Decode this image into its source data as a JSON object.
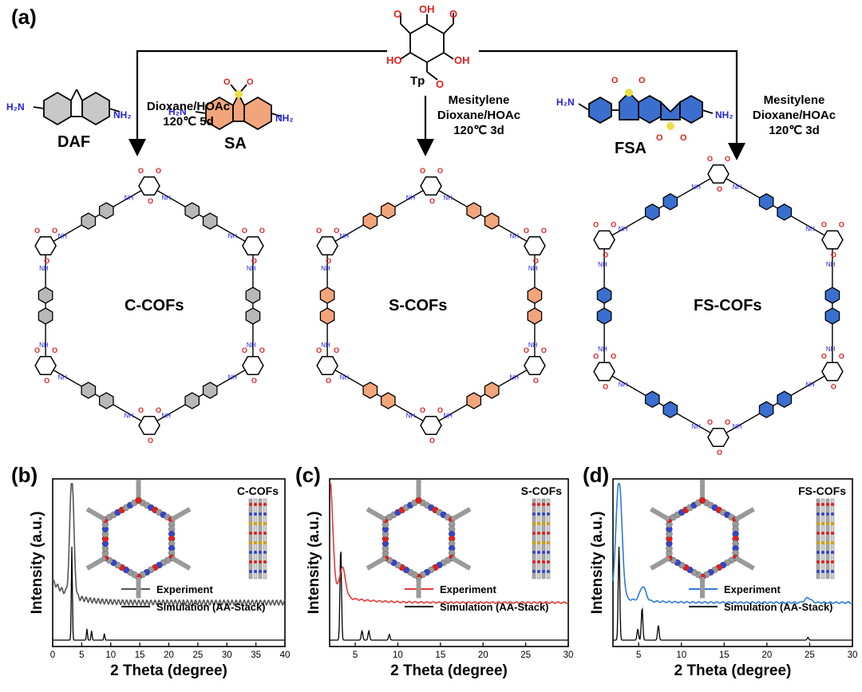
{
  "panels": {
    "a": "(a)",
    "b": "(b)",
    "c": "(c)",
    "d": "(d)"
  },
  "monomers": {
    "tp": {
      "name": "Tp",
      "o": "O",
      "oh": "OH",
      "ho": "HO"
    },
    "daf": {
      "name": "DAF",
      "h2n": "H₂N",
      "nh2": "NH₂"
    },
    "sa": {
      "name": "SA",
      "h2n": "H₂N",
      "nh2": "NH₂",
      "s": "S",
      "o": "O"
    },
    "fsa": {
      "name": "FSA",
      "h2n": "H₂N",
      "nh2": "NH₂",
      "s": "S",
      "o": "O"
    }
  },
  "conditions": {
    "c": [
      "Dioxane/HOAc",
      "120℃ 5d"
    ],
    "s": [
      "Mesitylene",
      "Dioxane/HOAc",
      "120℃ 3d"
    ],
    "fs": [
      "Mesitylene",
      "Dioxane/HOAc",
      "120℃ 3d"
    ]
  },
  "cofs": {
    "c": "C-COFs",
    "s": "S-COFs",
    "fs": "FS-COFs"
  },
  "structure_labels": {
    "nh": "NH",
    "n": "N",
    "h": "H",
    "o": "O"
  },
  "colors": {
    "sa_fill": "#f2a57a",
    "fsa_fill": "#3a6fcf",
    "sulfur": "#e7e04a",
    "oxygen": "#e02020",
    "nitrogen": "#2222dd"
  },
  "chart_data": [
    {
      "type": "line",
      "title": "C-COFs",
      "xlabel": "2 Theta (degree)",
      "ylabel": "Intensity (a.u.)",
      "xlim": [
        0,
        40
      ],
      "xticks": [
        "0",
        "5",
        "10",
        "15",
        "20",
        "25",
        "30",
        "35",
        "40"
      ],
      "yticks": "none",
      "grid": false,
      "series": [
        {
          "name": "Experiment",
          "color": "#555555",
          "peaks": [
            [
              3.3,
              1.0
            ]
          ],
          "baseline": 0.18
        },
        {
          "name": "Simulation (AA-Stack)",
          "color": "#000000",
          "peaks": [
            [
              3.3,
              1.0
            ],
            [
              5.9,
              0.12
            ],
            [
              6.7,
              0.1
            ],
            [
              8.9,
              0.07
            ]
          ]
        }
      ],
      "legend": "lower-right"
    },
    {
      "type": "line",
      "title": "S-COFs",
      "xlabel": "2 Theta (degree)",
      "ylabel": "Intensity (a.u.)",
      "xlim": [
        2,
        30
      ],
      "xticks": [
        "5",
        "10",
        "15",
        "20",
        "25",
        "30"
      ],
      "yticks": "none",
      "grid": false,
      "series": [
        {
          "name": "Experiment",
          "color": "#e53935",
          "peaks": [
            [
              2.0,
              1.0
            ],
            [
              3.5,
              0.25
            ]
          ],
          "baseline": 0.08
        },
        {
          "name": "Simulation (AA-Stack)",
          "color": "#000000",
          "peaks": [
            [
              3.3,
              1.0
            ],
            [
              5.8,
              0.1
            ],
            [
              6.6,
              0.1
            ],
            [
              9.0,
              0.06
            ]
          ]
        }
      ],
      "legend": "lower-right"
    },
    {
      "type": "line",
      "title": "FS-COFs",
      "xlabel": "2 Theta (degree)",
      "ylabel": "Intensity (a.u.)",
      "xlim": [
        2,
        30
      ],
      "xticks": [
        "5",
        "10",
        "15",
        "20",
        "25",
        "30"
      ],
      "yticks": "none",
      "grid": false,
      "series": [
        {
          "name": "Experiment",
          "color": "#2e7bd6",
          "peaks": [
            [
              2.7,
              1.0
            ],
            [
              5.5,
              0.12
            ],
            [
              24.8,
              0.04
            ]
          ],
          "baseline": 0.05
        },
        {
          "name": "Simulation (AA-Stack)",
          "color": "#000000",
          "peaks": [
            [
              2.7,
              1.0
            ],
            [
              4.9,
              0.12
            ],
            [
              5.4,
              0.35
            ],
            [
              7.3,
              0.16
            ],
            [
              24.8,
              0.03
            ]
          ]
        }
      ],
      "legend": "lower-right"
    }
  ]
}
